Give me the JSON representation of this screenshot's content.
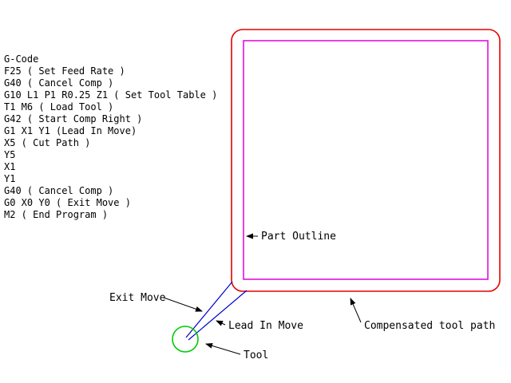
{
  "gcode": {
    "lines": [
      "G-Code",
      "F25 ( Set Feed Rate )",
      "G40 ( Cancel Comp )",
      "G10 L1 P1 R0.25 Z1 ( Set Tool Table )",
      "T1 M6 ( Load Tool )",
      "G42 ( Start Comp Right )",
      "G1 X1 Y1 (Lead In Move)",
      "X5 ( Cut Path )",
      "Y5",
      "X1",
      "Y1",
      "G40 ( Cancel Comp )",
      "G0 X0 Y0 ( Exit Move )",
      "M2 ( End Program )"
    ]
  },
  "labels": {
    "part_outline": "Part Outline",
    "exit_move": "Exit Move",
    "lead_in_move": "Lead In Move",
    "tool": "Tool",
    "compensated_tool_path": "Compensated tool path"
  },
  "colors": {
    "compensated_tool_path": "#e60000",
    "part_outline": "#dd00dd",
    "lead_lines": "#0000cc",
    "tool": "#00cc00",
    "text": "#000000",
    "background": "#ffffff"
  }
}
